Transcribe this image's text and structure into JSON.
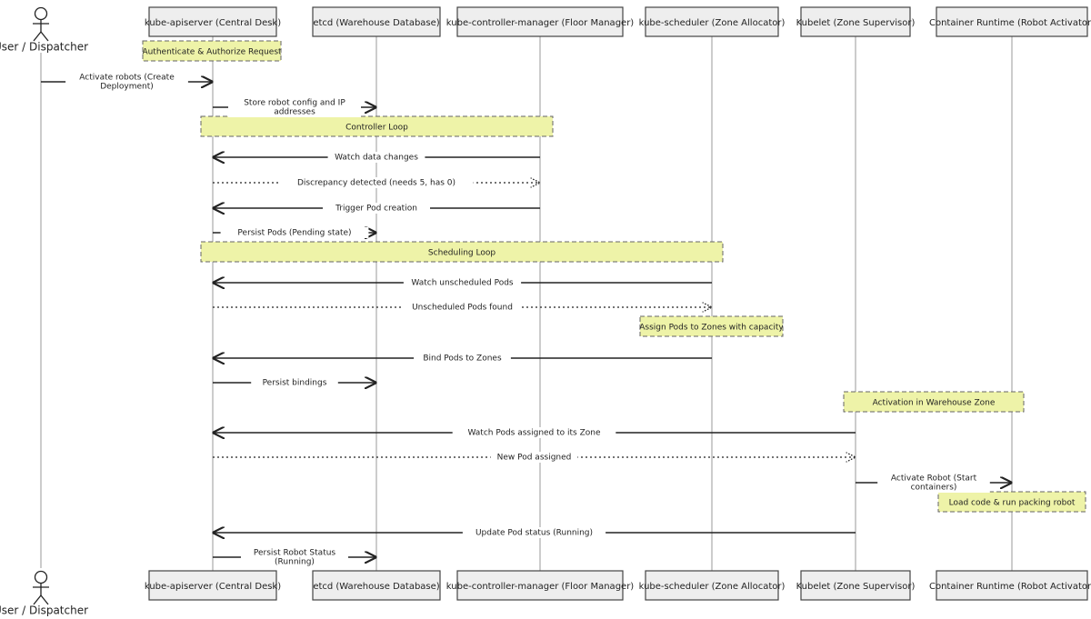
{
  "participants": [
    {
      "id": "user",
      "label": "User / Dispatcher",
      "kind": "actor"
    },
    {
      "id": "api",
      "label": "kube-apiserver (Central Desk)",
      "kind": "box"
    },
    {
      "id": "etcd",
      "label": "etcd (Warehouse Database)",
      "kind": "box"
    },
    {
      "id": "ctrl",
      "label": "kube-controller-manager (Floor Manager)",
      "kind": "box"
    },
    {
      "id": "sched",
      "label": "kube-scheduler (Zone Allocator)",
      "kind": "box"
    },
    {
      "id": "kubelet",
      "label": "Kubelet (Zone Supervisor)",
      "kind": "box"
    },
    {
      "id": "runtime",
      "label": "Container Runtime (Robot Activator)",
      "kind": "box"
    }
  ],
  "messages": [
    {
      "from": "user",
      "to": "api",
      "lines": [
        "Activate robots (Create",
        "Deployment)"
      ],
      "style": "solid"
    },
    {
      "from": "api",
      "to": "etcd",
      "lines": [
        "Store robot config and IP",
        "addresses"
      ],
      "style": "solid"
    },
    {
      "from": "ctrl",
      "to": "api",
      "lines": [
        "Watch data changes"
      ],
      "style": "solid"
    },
    {
      "from": "api",
      "to": "ctrl",
      "lines": [
        "Discrepancy detected (needs 5, has 0)"
      ],
      "style": "dotted"
    },
    {
      "from": "ctrl",
      "to": "api",
      "lines": [
        "Trigger Pod creation"
      ],
      "style": "solid"
    },
    {
      "from": "api",
      "to": "etcd",
      "lines": [
        "Persist Pods (Pending state)"
      ],
      "style": "solid"
    },
    {
      "from": "sched",
      "to": "api",
      "lines": [
        "Watch unscheduled Pods"
      ],
      "style": "solid"
    },
    {
      "from": "api",
      "to": "sched",
      "lines": [
        "Unscheduled Pods found"
      ],
      "style": "dotted"
    },
    {
      "from": "sched",
      "to": "api",
      "lines": [
        "Bind Pods to Zones"
      ],
      "style": "solid"
    },
    {
      "from": "api",
      "to": "etcd",
      "lines": [
        "Persist bindings"
      ],
      "style": "solid"
    },
    {
      "from": "kubelet",
      "to": "api",
      "lines": [
        "Watch Pods assigned to its Zone"
      ],
      "style": "solid"
    },
    {
      "from": "api",
      "to": "kubelet",
      "lines": [
        "New Pod assigned"
      ],
      "style": "dotted"
    },
    {
      "from": "kubelet",
      "to": "runtime",
      "lines": [
        "Activate Robot (Start",
        "containers)"
      ],
      "style": "solid"
    },
    {
      "from": "kubelet",
      "to": "api",
      "lines": [
        "Update Pod status (Running)"
      ],
      "style": "solid"
    },
    {
      "from": "api",
      "to": "etcd",
      "lines": [
        "Persist Robot Status",
        "(Running)"
      ],
      "style": "solid"
    }
  ],
  "notes": [
    {
      "text": "Authenticate & Authorize Request"
    },
    {
      "text": "Controller Loop"
    },
    {
      "text": "Scheduling Loop"
    },
    {
      "text": "Assign Pods to Zones with capacity"
    },
    {
      "text": "Activation in Warehouse Zone"
    },
    {
      "text": "Load code & run packing robot"
    }
  ]
}
